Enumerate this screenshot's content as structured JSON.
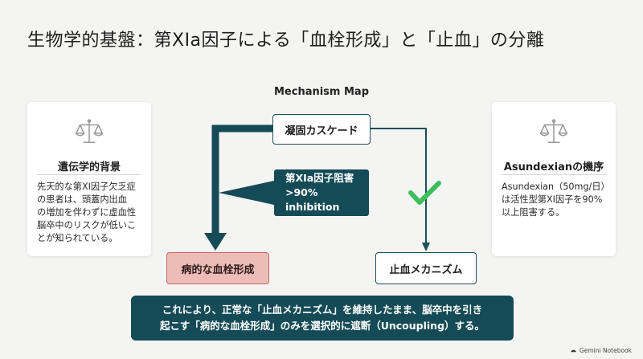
{
  "title": "生物学的基盤：第XIa因子による「血栓形成」と「止血」の分離",
  "map_title": "Mechanism Map",
  "left_card": {
    "icon": "scale-icon",
    "title": "遺伝学的背景",
    "lines": [
      "先天的な第XI因子欠乏症",
      "の患者は、頭蓋内出血",
      "の増加を伴わずに虚血性",
      "脳卒中のリスクが低いこ",
      "とが知られている。"
    ]
  },
  "right_card": {
    "icon": "scale-icon",
    "title": "Asundexianの機序",
    "lines": [
      "Asundexian（50mg/日）",
      "は活性型第XI因子を90%",
      "以上阻害する。"
    ]
  },
  "diagram": {
    "cascade_label": "凝固カスケード",
    "inhibitor_line1": "第XIa因子阻害",
    "inhibitor_line2": ">90% inhibition",
    "pathologic_label": "病的な血栓形成",
    "hemostasis_label": "止血メカニズム",
    "check_icon": "checkmark-icon",
    "colors": {
      "teal": "#154b56",
      "green": "#3dbf5c",
      "red_fill": "#eebcb7",
      "red_border": "#c26a63"
    }
  },
  "callout": {
    "line1": "これにより、正常な「止血メカニズム」を維持したまま、脳卒中を引き",
    "line2": "起こす「病的な血栓形成」のみを選択的に遮断（Uncoupling）する。"
  },
  "watermark": "Gemini Notebook"
}
